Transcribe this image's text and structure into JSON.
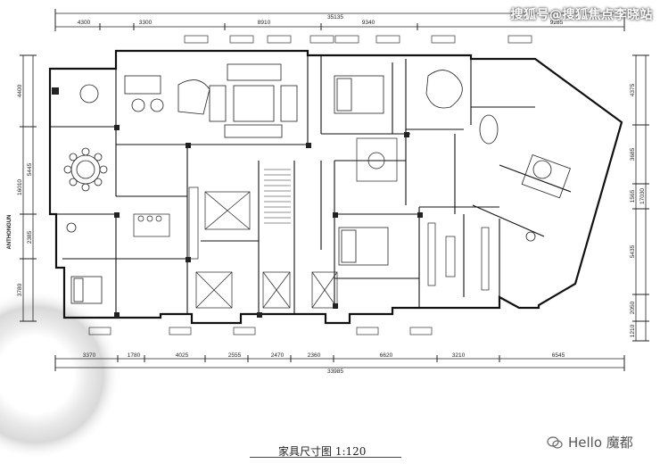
{
  "watermark": "搜狐号@搜狐焦点李晓站",
  "caption": "家具尺寸图  1:120",
  "signature": "Hello 魔都",
  "dims": {
    "top_total": "35135",
    "top": [
      "4300",
      "3300",
      "8910",
      "9340",
      "9285"
    ],
    "bottom_total": "33985",
    "bottom": [
      "3370",
      "1780",
      "4025",
      "2555",
      "2470",
      "2360",
      "6620",
      "3210",
      "6545"
    ],
    "left_total": "16010",
    "left": [
      "4400",
      "5445",
      "2385",
      "3780"
    ],
    "right_total": "17030",
    "right": [
      "4375",
      "3685",
      "1565",
      "5435",
      "2050",
      "1210"
    ],
    "left_vertical_text": "ANTHONGUN"
  }
}
